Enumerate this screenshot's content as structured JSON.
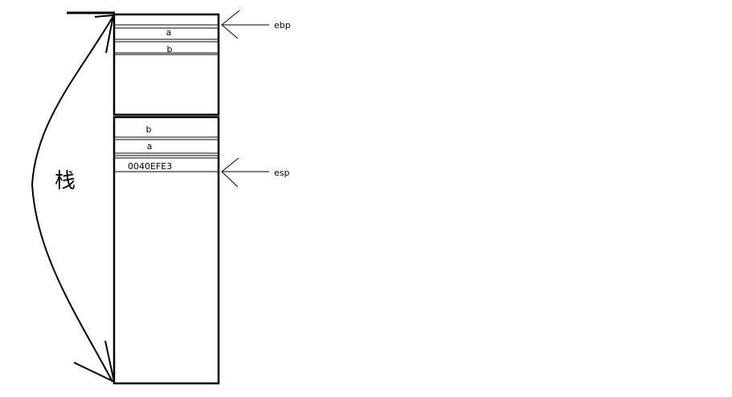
{
  "stack_label": "栈",
  "upper_frame": {
    "cell_a": "a",
    "cell_b": "b"
  },
  "lower_frame": {
    "cell_b": "b",
    "cell_a": "a",
    "return_address": "0040EFE3"
  },
  "pointers": {
    "ebp": "ebp",
    "esp": "esp"
  },
  "colors": {
    "stroke": "#000000",
    "background": "#ffffff"
  }
}
